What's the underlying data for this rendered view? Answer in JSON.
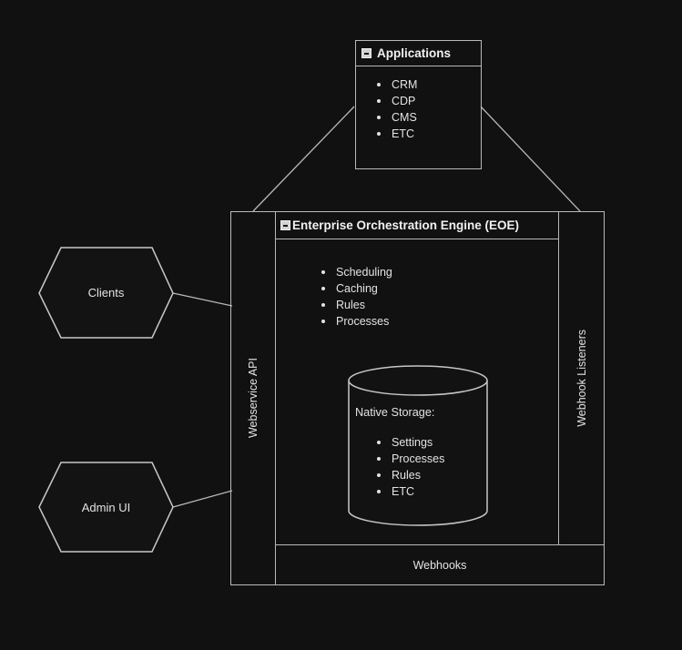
{
  "colors": {
    "background": "#111111",
    "border": "#b9b9b9",
    "text": "#e3e3e3"
  },
  "applications_box": {
    "title": "Applications",
    "items": [
      "CRM",
      "CDP",
      "CMS",
      "ETC"
    ]
  },
  "eoe_box": {
    "title": "Enterprise Orchestration Engine (EOE)",
    "items": [
      "Scheduling",
      "Caching",
      "Rules",
      "Processes"
    ]
  },
  "native_storage": {
    "label": "Native Storage:",
    "items": [
      "Settings",
      "Processes",
      "Rules",
      "ETC"
    ]
  },
  "rails": {
    "left_label": "Webservice API",
    "right_label": "Webhook Listeners",
    "bottom_label": "Webhooks"
  },
  "hexagons": {
    "clients_label": "Clients",
    "admin_label": "Admin UI"
  }
}
